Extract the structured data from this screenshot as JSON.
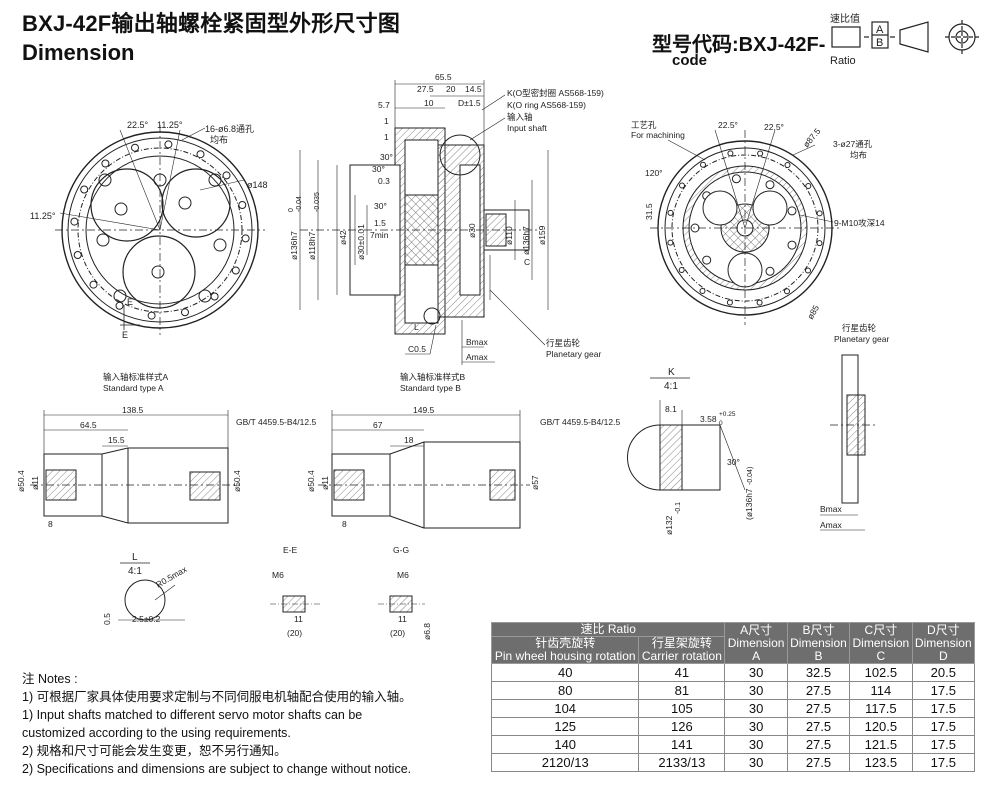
{
  "header": {
    "title_zh": "BXJ-42F输出轴螺栓紧固型外形尺寸图",
    "title_en": "Dimension",
    "model_code_label": "型号代码:BXJ-42F-",
    "model_code_en": "code",
    "ratio_label_zh": "速比值",
    "ratio_label_en": "Ratio",
    "frac_a": "A",
    "frac_b": "B"
  },
  "drawing": {
    "front": {
      "angle_left": "22.5°",
      "angle_right": "11.25°",
      "angle_side": "11.25°",
      "holes_zh": "16-ø6.8通孔",
      "holes_zh2": "均布",
      "dia": "ø148",
      "e_mark": "E"
    },
    "section": {
      "d65": "65.5",
      "d27": "27.5",
      "d20": "20",
      "d14": "14.5",
      "d57": "5.7",
      "d10": "10",
      "dD": "D±1.5",
      "k_zh": "K(O型密封圈 AS568-159)",
      "k_en": "K(O ring AS568-159)",
      "input_zh": "输入轴",
      "input_en": "Input shaft",
      "one_a": "1",
      "one_b": "1",
      "a30a": "30°",
      "a30b": "30°",
      "v03": "0.3",
      "v15": "1.5",
      "v7": "7min",
      "dia136": "ø136h7",
      "dia136tol": "-0.04",
      "dia136tol0": "0",
      "dia118": "ø118h7",
      "dia118tol": "-0.035",
      "dia42": "ø42",
      "dia30": "ø30±0.01",
      "dia30b": "ø30",
      "dia110": "ø110",
      "dia136b": "ø136h7",
      "dia159": "ø159",
      "c_mark": "C",
      "l_mark": "L",
      "bmax": "Bmax",
      "amax": "Amax",
      "c05": "C0.5",
      "planet_zh": "行星齿轮",
      "planet_en": "Planetary gear"
    },
    "back": {
      "machine_zh": "工艺孔",
      "machine_en": "For machining",
      "angle_a": "22.5°",
      "angle_b": "22.5°",
      "dia87": "ø87.5",
      "holes_zh": "3-ø27通孔",
      "holes_zh2": "均布",
      "angle_120": "120°",
      "d315": "31.5",
      "m10": "9-M10攻深14",
      "dia85": "ø85"
    },
    "gear_side": {
      "planet_zh": "行星齿轮",
      "planet_en": "Planetary gear",
      "bmax": "Bmax",
      "amax": "Amax"
    },
    "shaft_a": {
      "label_zh": "输入轴标准样式A",
      "label_en": "Standard type A",
      "len": "138.5",
      "len2": "64.5",
      "len3": "15.5",
      "dia": "ø50.4",
      "dia2": "ø11",
      "dia3": "ø50.4",
      "gb": "GB/T 4459.5-B4/12.5",
      "eight": "8"
    },
    "shaft_b": {
      "label_zh": "输入轴标准样式B",
      "label_en": "Standard type B",
      "len": "149.5",
      "len2": "67",
      "len3": "18",
      "dia": "ø50.4",
      "dia2": "ø11",
      "dia3": "ø57",
      "gb": "GB/T 4459.5-B4/12.5",
      "eight": "8"
    },
    "detail_k": {
      "title": "K",
      "scale": "4:1",
      "v81": "8.1",
      "v358": "3.58",
      "tolp": "+0.25",
      "tol0": "0",
      "a30": "30°",
      "dia136": "(ø136h7",
      "dia136tol": "-0.04)",
      "dia132": "ø132",
      "dia132tol": "-0.1"
    },
    "detail_l": {
      "title": "L",
      "scale": "4:1",
      "r05": "R0.5max",
      "v25": "2.5±0.2",
      "v05": "0.5"
    },
    "detail_ee": {
      "title": "E-E",
      "m6": "M6",
      "v11": "11",
      "v20": "(20)"
    },
    "detail_gg": {
      "title": "G-G",
      "m6": "M6",
      "v11": "11",
      "v20": "(20)",
      "dia68": "ø6.8"
    }
  },
  "notes": {
    "title": "注 Notes :",
    "items": [
      "1) 可根据厂家具体使用要求定制与不同伺服电机轴配合使用的输入轴。",
      "1) Input shafts matched to different  servo motor shafts can be",
      "customized according to the using requirements.",
      "2) 规格和尺寸可能会发生变更，恕不另行通知。",
      "2) Specifications and dimensions are subject to change without notice."
    ]
  },
  "table": {
    "ratio_header": "速比 Ratio",
    "pin_zh": "针齿壳旋转",
    "pin_en": "Pin wheel housing rotation",
    "carrier_zh": "行星架旋转",
    "carrier_en": "Carrier rotation",
    "a_zh": "A尺寸",
    "a_en": "Dimension",
    "a_l": "A",
    "b_zh": "B尺寸",
    "b_en": "Dimension",
    "b_l": "B",
    "c_zh": "C尺寸",
    "c_en": "Dimension",
    "c_l": "C",
    "d_zh": "D尺寸",
    "d_en": "Dimension",
    "d_l": "D",
    "rows": [
      [
        "40",
        "41",
        "30",
        "32.5",
        "102.5",
        "20.5"
      ],
      [
        "80",
        "81",
        "30",
        "27.5",
        "114",
        "17.5"
      ],
      [
        "104",
        "105",
        "30",
        "27.5",
        "117.5",
        "17.5"
      ],
      [
        "125",
        "126",
        "30",
        "27.5",
        "120.5",
        "17.5"
      ],
      [
        "140",
        "141",
        "30",
        "27.5",
        "121.5",
        "17.5"
      ],
      [
        "2120/13",
        "2133/13",
        "30",
        "27.5",
        "123.5",
        "17.5"
      ]
    ]
  },
  "colors": {
    "line": "#222222",
    "header_bg": "#6e6e6e",
    "hatch": "#999999"
  }
}
